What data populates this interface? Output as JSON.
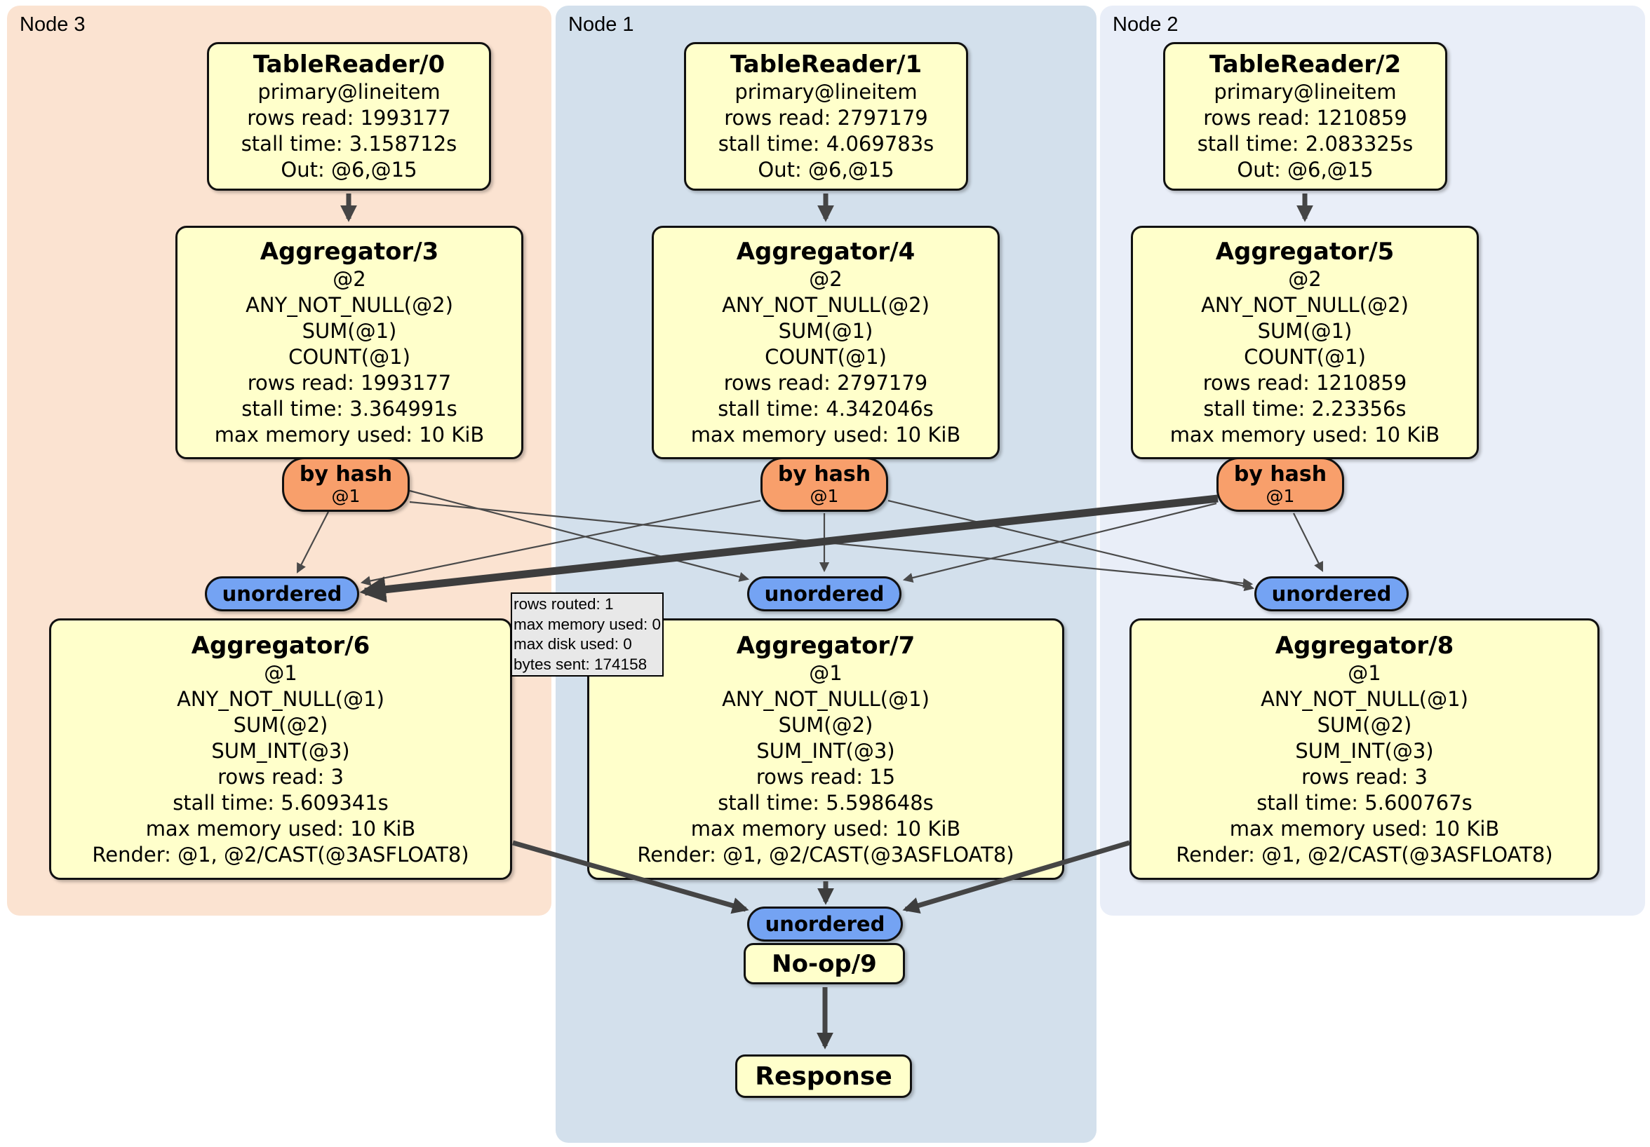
{
  "panels": {
    "node3": {
      "label": "Node 3"
    },
    "node1": {
      "label": "Node 1"
    },
    "node2": {
      "label": "Node 2"
    }
  },
  "processors": {
    "tr0": {
      "title": "TableReader/0",
      "lines": [
        "primary@lineitem",
        "rows read: 1993177",
        "stall time: 3.158712s",
        "Out: @6,@15"
      ]
    },
    "tr1": {
      "title": "TableReader/1",
      "lines": [
        "primary@lineitem",
        "rows read: 2797179",
        "stall time: 4.069783s",
        "Out: @6,@15"
      ]
    },
    "tr2": {
      "title": "TableReader/2",
      "lines": [
        "primary@lineitem",
        "rows read: 1210859",
        "stall time: 2.083325s",
        "Out: @6,@15"
      ]
    },
    "agg3": {
      "title": "Aggregator/3",
      "lines": [
        "@2",
        "ANY_NOT_NULL(@2)",
        "SUM(@1)",
        "COUNT(@1)",
        "rows read: 1993177",
        "stall time: 3.364991s",
        "max memory used: 10 KiB"
      ]
    },
    "agg4": {
      "title": "Aggregator/4",
      "lines": [
        "@2",
        "ANY_NOT_NULL(@2)",
        "SUM(@1)",
        "COUNT(@1)",
        "rows read: 2797179",
        "stall time: 4.342046s",
        "max memory used: 10 KiB"
      ]
    },
    "agg5": {
      "title": "Aggregator/5",
      "lines": [
        "@2",
        "ANY_NOT_NULL(@2)",
        "SUM(@1)",
        "COUNT(@1)",
        "rows read: 1210859",
        "stall time: 2.23356s",
        "max memory used: 10 KiB"
      ]
    },
    "agg6": {
      "title": "Aggregator/6",
      "lines": [
        "@1",
        "ANY_NOT_NULL(@1)",
        "SUM(@2)",
        "SUM_INT(@3)",
        "rows read: 3",
        "stall time: 5.609341s",
        "max memory used: 10 KiB",
        "Render: @1, @2/CAST(@3ASFLOAT8)"
      ]
    },
    "agg7": {
      "title": "Aggregator/7",
      "lines": [
        "@1",
        "ANY_NOT_NULL(@1)",
        "SUM(@2)",
        "SUM_INT(@3)",
        "rows read: 15",
        "stall time: 5.598648s",
        "max memory used: 10 KiB",
        "Render: @1, @2/CAST(@3ASFLOAT8)"
      ]
    },
    "agg8": {
      "title": "Aggregator/8",
      "lines": [
        "@1",
        "ANY_NOT_NULL(@1)",
        "SUM(@2)",
        "SUM_INT(@3)",
        "rows read: 3",
        "stall time: 5.600767s",
        "max memory used: 10 KiB",
        "Render: @1, @2/CAST(@3ASFLOAT8)"
      ]
    },
    "noop": {
      "title": "No-op/9"
    },
    "response": {
      "title": "Response"
    }
  },
  "routers": {
    "byhash3": {
      "label": "by hash",
      "key": "@1"
    },
    "byhash1": {
      "label": "by hash",
      "key": "@1"
    },
    "byhash2": {
      "label": "by hash",
      "key": "@1"
    }
  },
  "syncs": {
    "node3": {
      "label": "unordered"
    },
    "node1": {
      "label": "unordered"
    },
    "node2": {
      "label": "unordered"
    },
    "final": {
      "label": "unordered"
    }
  },
  "tooltip": {
    "lines": [
      "rows routed: 1",
      "max memory used: 0",
      "max disk used: 0",
      "bytes sent: 174158"
    ]
  },
  "colors": {
    "panel_node3": "#fbe3d1",
    "panel_node1": "#d3e0ec",
    "panel_node2": "#e9eef8",
    "box_fill": "#ffffcb",
    "router_fill": "#f89f6b",
    "sync_fill": "#74a3f3",
    "tooltip_fill": "#e8e8e8",
    "edge": "#474747"
  },
  "edges": [
    {
      "from": "tablereader-0",
      "to": "aggregator-3",
      "style": "thick"
    },
    {
      "from": "tablereader-1",
      "to": "aggregator-4",
      "style": "thick"
    },
    {
      "from": "tablereader-2",
      "to": "aggregator-5",
      "style": "thick"
    },
    {
      "from": "byhash-node3",
      "to": "unordered-node3",
      "style": "thin"
    },
    {
      "from": "byhash-node3",
      "to": "unordered-node1",
      "style": "thin"
    },
    {
      "from": "byhash-node3",
      "to": "unordered-node2",
      "style": "thin"
    },
    {
      "from": "byhash-node1",
      "to": "unordered-node3",
      "style": "thin"
    },
    {
      "from": "byhash-node1",
      "to": "unordered-node1",
      "style": "thin"
    },
    {
      "from": "byhash-node1",
      "to": "unordered-node2",
      "style": "thin"
    },
    {
      "from": "byhash-node2",
      "to": "unordered-node3",
      "style": "highlighted-with-tooltip"
    },
    {
      "from": "byhash-node2",
      "to": "unordered-node1",
      "style": "thin"
    },
    {
      "from": "byhash-node2",
      "to": "unordered-node2",
      "style": "thin"
    },
    {
      "from": "aggregator-6",
      "to": "unordered-final",
      "style": "thick"
    },
    {
      "from": "aggregator-7",
      "to": "unordered-final",
      "style": "thick"
    },
    {
      "from": "aggregator-8",
      "to": "unordered-final",
      "style": "thick"
    },
    {
      "from": "noop-9",
      "to": "response",
      "style": "thick"
    }
  ]
}
